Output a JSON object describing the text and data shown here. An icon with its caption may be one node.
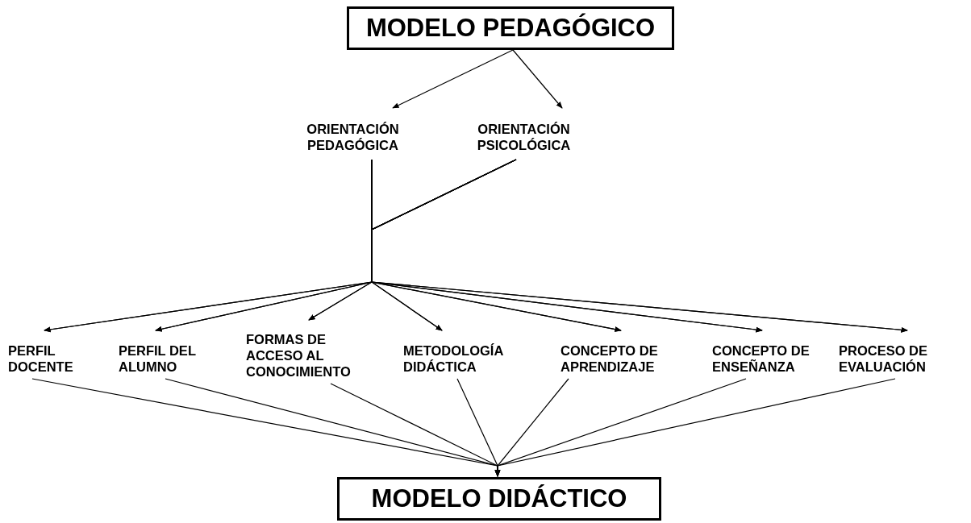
{
  "diagram": {
    "nodes": [
      {
        "text": [
          "MODELO PEDAGÓGICO"
        ]
      },
      {
        "text": [
          "ORIENTACIÓN PEDAGÓGICA"
        ]
      },
      {
        "text": [
          "ORIENTACIÓN PSICOLÓGICA"
        ]
      },
      {
        "text": [
          "PERFIL DOCENTE"
        ]
      },
      {
        "text": [
          "PERFIL DEL ALUMNO"
        ]
      },
      {
        "text": [
          "FORMAS DE ACCESO AL CONOCIMIENTO"
        ]
      },
      {
        "text": [
          "METODOLOGÍA DIDÁCTICA"
        ]
      },
      {
        "text": [
          "CONCEPTO DE APRENDIZAJE"
        ]
      },
      {
        "text": [
          "CONCEPTO DE ENSEÑANZA"
        ]
      },
      {
        "text": [
          "PROCESO DE EVALUACIÓN"
        ]
      },
      {
        "text": [
          "MODELO DIDÁCTICO"
        ]
      }
    ],
    "edges": [
      {
        "from": 0,
        "to": 1,
        "arrow": "to"
      },
      {
        "from": 0,
        "to": 2,
        "arrow": "to"
      },
      {
        "from": 1,
        "to": 3,
        "arrow": "to"
      },
      {
        "from": 1,
        "to": 4,
        "arrow": "to"
      },
      {
        "from": 1,
        "to": 5,
        "arrow": "to"
      },
      {
        "from": 1,
        "to": 6,
        "arrow": "to"
      },
      {
        "from": 1,
        "to": 7,
        "arrow": "to"
      },
      {
        "from": 1,
        "to": 8,
        "arrow": "to"
      },
      {
        "from": 1,
        "to": 9,
        "arrow": "to"
      },
      {
        "from": 2,
        "to": 3,
        "arrow": "to"
      },
      {
        "from": 2,
        "to": 4,
        "arrow": "to"
      },
      {
        "from": 2,
        "to": 5,
        "arrow": "to"
      },
      {
        "from": 2,
        "to": 6,
        "arrow": "to"
      },
      {
        "from": 2,
        "to": 7,
        "arrow": "to"
      },
      {
        "from": 2,
        "to": 8,
        "arrow": "to"
      },
      {
        "from": 2,
        "to": 9,
        "arrow": "to"
      },
      {
        "from": 3,
        "to": 10,
        "arrow": "to"
      },
      {
        "from": 4,
        "to": 10,
        "arrow": "to"
      },
      {
        "from": 5,
        "to": 10,
        "arrow": "to"
      },
      {
        "from": 6,
        "to": 10,
        "arrow": "to"
      },
      {
        "from": 7,
        "to": 10,
        "arrow": "to"
      },
      {
        "from": 8,
        "to": 10,
        "arrow": "to"
      },
      {
        "from": 9,
        "to": 10,
        "arrow": "to"
      }
    ]
  }
}
